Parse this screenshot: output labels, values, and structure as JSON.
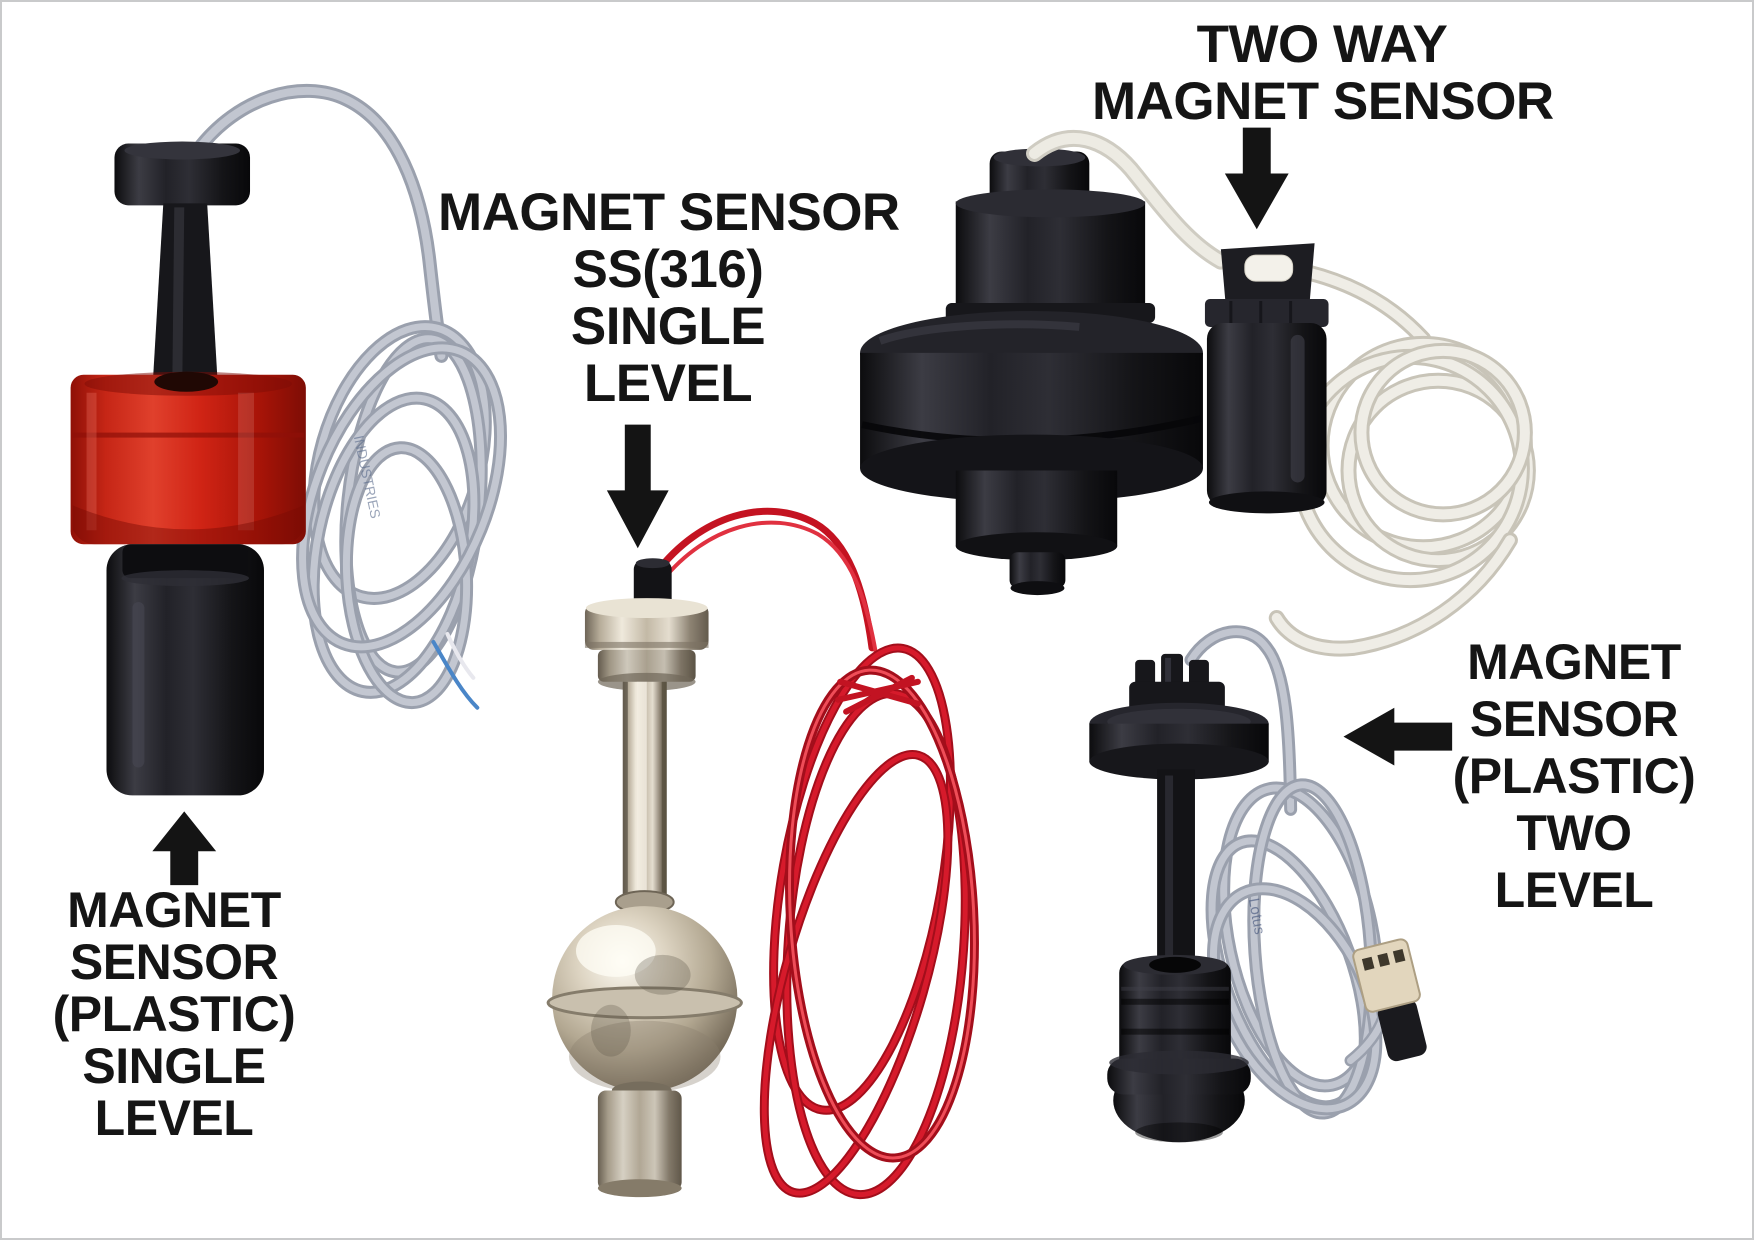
{
  "page": {
    "background_color": "#ffffff",
    "frame_border_color": "#c9cacb"
  },
  "colors": {
    "label_text": "#151515",
    "arrow": "#141414",
    "black_plastic": "#1b1b1f",
    "red_float": "#d32a1a",
    "steel_metal": "#cfc6b4",
    "gray_cable": "#bfc3cd",
    "white_cable": "#edebe3",
    "red_wire": "#d61a2b",
    "connector_body": "#e2d6bd"
  },
  "products": {
    "plastic_single": {
      "label_lines": [
        "MAGNET",
        "SENSOR",
        "(PLASTIC)",
        "SINGLE",
        "LEVEL"
      ],
      "arrow_direction": "up",
      "cable_print": "INDUSTRIES"
    },
    "ss316_single": {
      "label_lines": [
        "MAGNET SENSOR",
        "SS(316)",
        "SINGLE",
        "LEVEL"
      ],
      "arrow_direction": "down"
    },
    "two_way": {
      "label_lines": [
        "TWO WAY",
        "MAGNET SENSOR"
      ],
      "arrow_direction": "down"
    },
    "plastic_two": {
      "label_lines": [
        "MAGNET",
        "SENSOR",
        "(PLASTIC)",
        "TWO",
        "LEVEL"
      ],
      "arrow_direction": "left",
      "cable_print": "Lotus"
    }
  }
}
